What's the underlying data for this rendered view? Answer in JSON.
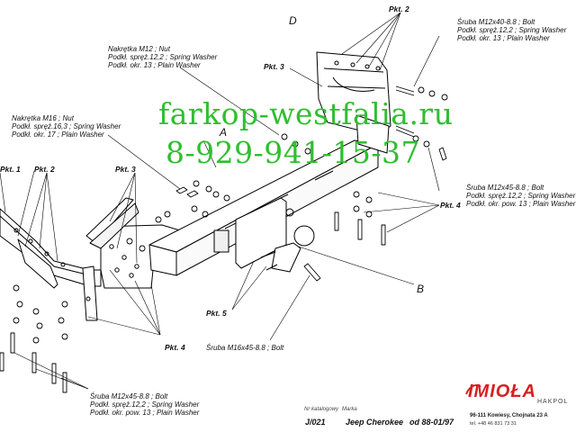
{
  "labels": {
    "nut_m12": [
      "Nakrętka  M12 ; Nut",
      "Podkł. spręż.12,2 ; Spring Washer",
      "Podkł. okr. 13 ; Plain Washer"
    ],
    "nut_m16": [
      "Nakrętka  M16 ; Nut",
      "Podkł. spręż.16,3 ; Spring Washer",
      "Podkł. okr. 17 ; Plain Washer"
    ],
    "bolt_m12x40": [
      "Śruba M12x40-8.8 ;  Bolt",
      "Podkł. spręż.12,2 ; Spring Washer",
      "Podkł. okr. 13 ; Plain Washer"
    ],
    "bolt_m12x45_right": [
      "Śruba M12x45-8.8 ;  Bolt",
      "Podkł. spręż.12,2 ; Spring Washer",
      "Podkł. okr. pow. 13 ; Plain Washer"
    ],
    "bolt_m12x45_bottom": [
      "Śruba M12x45-8.8 ;  Bolt",
      "Podkł. spręż.12,2 ; Spring Washer",
      "Podkł. okr. pow. 13 ; Plain Washer"
    ],
    "bolt_m16x45": "Śruba M16x45-8.8 ;  Bolt"
  },
  "callouts": {
    "pkt1": "Pkt. 1",
    "pkt2_left": "Pkt. 2",
    "pkt2_right": "Pkt. 2",
    "pkt3_left": "Pkt. 3",
    "pkt3_right": "Pkt. 3",
    "pkt4_right": "Pkt. 4",
    "pkt4_bottom": "Pkt. 4",
    "pkt5": "Pkt. 5",
    "A": "A",
    "B": "B",
    "D": "D"
  },
  "watermark": {
    "site": "farkop-westfalia.ru",
    "phone": "8-929-941-15-37",
    "color": "#2fbf2f"
  },
  "catalog": {
    "header_number": "Nr katalogowy",
    "header_brand": "Marka",
    "number": "J/021",
    "brand": "Jeep Cherokee",
    "year": "od  88-01/97"
  },
  "brand": {
    "logo": "IMIOŁA",
    "sub": "HAKPOL",
    "address": "96-111 Kowiesy, Chojnata 23 A",
    "phone": "tel. +48 46 831 73 31",
    "color": "#d62020"
  }
}
